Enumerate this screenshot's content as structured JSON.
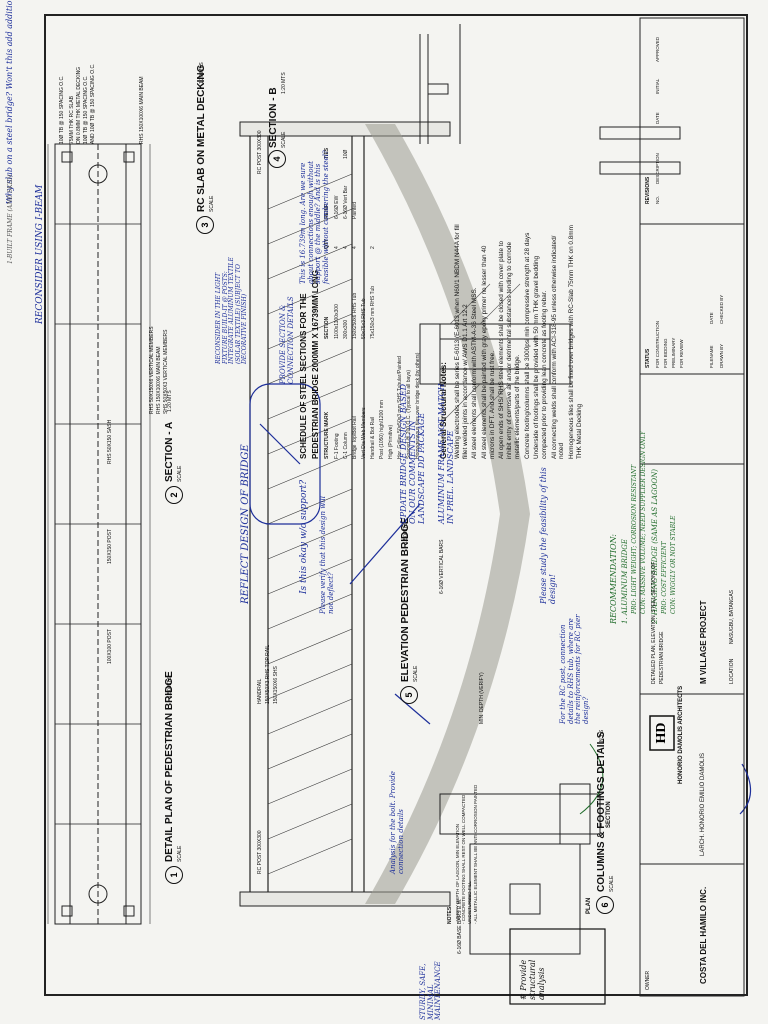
{
  "title_block": {
    "owner_label": "OWNER",
    "owner": "COSTA DEL HAMILO INC.",
    "architect_name": "LARCH. HONORIO EMILIO DAMOLIS",
    "architect_firm": "HONORIO DAMOLIS ARCHITECTS",
    "project_title": "M VILLAGE PROJECT",
    "sheet_desc_1": "DETAILED PLAN, ELEVATION, STEEL SECTIONS OF",
    "sheet_desc_2": "PEDESTRIAN BRIDGE",
    "location_label": "LOCATION",
    "location": "NASUGBU, BATANGAS",
    "status_label": "STATUS",
    "status_rows": [
      "FOR CONSTRUCTION",
      "FOR BIDDING",
      "PRELIMINARY",
      "FOR REVIEW"
    ],
    "revisions_label": "REVISIONS",
    "rev_cols": [
      "NO.",
      "DESCRIPTION",
      "DATE",
      "INITIAL",
      "APPROVED"
    ],
    "filename_label": "FILENAME",
    "date_label": "DATE",
    "drawn_label": "DRAWN BY",
    "checked_label": "CHECKED BY"
  },
  "views": {
    "detail_plan": {
      "num": "1",
      "title": "DETAIL PLAN OF PEDESTRIAN BRIDGE",
      "scale": "SCALE",
      "scale_val": "1:50 MTS"
    },
    "section_a": {
      "num": "2",
      "title": "SECTION - A",
      "scale": "SCALE",
      "scale_val": "1:20 MTS"
    },
    "rc_slab": {
      "num": "3",
      "title": "RC SLAB ON METAL DECKING",
      "scale": "SCALE",
      "scale_val": "1:20 MTS"
    },
    "section_b": {
      "num": "4",
      "title": "SECTION - B",
      "scale": "SCALE",
      "scale_val": "1:20 MTS"
    },
    "elevation": {
      "num": "5",
      "title": "ELEVATION PEDESTRIAN BRIDGE",
      "scale": "SCALE",
      "scale_val": "1:50 MTS"
    },
    "columns": {
      "num": "6",
      "title": "COLUMNS & FOOTINGS DETAILS",
      "scale": "SCALE",
      "scale_val": "N.T.S"
    }
  },
  "detail_labels": {
    "rc_slab_callouts": [
      "75MM THK RC SLAB",
      "ON 0.8MM THK METAL DECKING",
      "10Ø TB @ 150 SPACING O.C.",
      "AND 10Ø TB @ 150 SPACING O.C."
    ],
    "top_callout": "10Ø TB @ 150 SPACING O.C.",
    "main_beam": "RHS 150X100X6 MAIN BEAM",
    "section_labels": [
      "RHS 50X150X6 VERTICAL MEMBERS",
      "RHS 150X100X6 MAIN BEAM",
      "SHS 50X50X3 VERTICAL MEMBERS"
    ],
    "posts": [
      "100X100 POST",
      "150X150 POST",
      "RHS 50X150 SASH"
    ],
    "elev_labels": [
      "RC POST 300X300",
      "RC POST 300X300",
      "HANDRAIL",
      "150X50X3 RHS TOP RAIL",
      "150X150X6 SHS",
      "6-16Ø VERTICAL BARS",
      "MIN. DEPTH (VERIFY)"
    ],
    "plan_label": "PLAN",
    "section_label": "SECTION",
    "base_bars": "6-16Ø BASE BARS E.W.",
    "notes_label": "NOTES",
    "notes_lines": [
      "- VERIFY DEPTH OF LAGOON, MIN ELEVATION",
      "- CONCRETE FOOTING SHALL REST ON WELL COMPACTED",
      "  UNDISTURBED FILL",
      "- ALL METALLIC ELEMENT SHALL BE ANTI-CORROSION PAINTED"
    ]
  },
  "schedule": {
    "title_1": "SCHEDULE OF STEEL SECTIONS FOR THE",
    "title_2": "PEDESTRIAN BRIDGE 2000MM X 16739MM LONG",
    "headers": [
      "STRUCTURE MARK",
      "SECTION",
      "QTY",
      "REINF.",
      "TIES"
    ],
    "rows": [
      [
        "F-1 Footing",
        "1100x1100x300",
        "4",
        "6-16Ø EW",
        ""
      ],
      [
        "C-1 Column",
        "300x300",
        "4",
        "6-16Ø Vert Bar",
        "10Ø"
      ],
      [
        "Bridge Top/Bot Rail",
        "150x250x6 RHS Tub",
        "4",
        "Painted",
        ""
      ],
      [
        "Vert Dia Web Members",
        "50x75x3 RHS Tub",
        "",
        "",
        ""
      ],
      [
        "Handrail & Bot Rail",
        "75x150x3 mm RHS Tub",
        "2",
        "",
        ""
      ],
      [
        "Post (1050) high/1200 mm",
        "",
        "",
        "",
        ""
      ],
      [
        "High (Primitive)",
        "",
        "",
        "",
        ""
      ],
      [
        "Hor. Grilles 50x50x3 mm SHS Tubular/Painted",
        "",
        "",
        "",
        ""
      ],
      [
        "Spaced @ 200 O.C. (Typical to all bays)",
        "",
        "",
        "",
        ""
      ],
      [
        "Homogeneous tiles over bridge deck (by others)",
        "",
        "",
        "",
        ""
      ]
    ]
  },
  "general_notes": {
    "title": "General Structural Notes:",
    "items": [
      "Welding electrodes shall be series E-6013 (E-6013 when N60/1 NBDM N44A for fill fillet welded joints in accordance w/ AWS D1.1 Art 12.2",
      "All steel elements shall conform with ASTM-A-36 Steel MSS.",
      "All steel elements shall be painted with gray epoxy primer no lesser than 40 microns in DFT. And shall be rust free.",
      "All open ends of SHS/ RHS steel elements shall be closed with cover plate to inhibit entry of corrosive air and/or detrimental substances tending to corrode metallic elements/parts of the bridge.",
      "Concrete footing/columns shall be 3000psi min compressive strength at 28 days",
      "Underside of footings shall be provided with 50 mm THK gravel bedding compacted prior to providing lean concrete as footing rebar.",
      "All connecting welds shall conform with ACI-318-95 unless otherwise indicated/ noted",
      "Homogeneous tiles shall be fixed over bridges with RC-Slab 75mm THK on 0.8mm THK Metal Decking"
    ]
  },
  "annotations": {
    "top_left": "Why slab on a steel bridge? Won't this add additional dead weight?",
    "reconsider_ibeam": "RECONSIDER USING I-BEAM",
    "reconsider_light": "RECONSIDER IN THE LIGHT FIXTURE BUILD-IT @ POSTS: INTEGRATE ALUMINUM TEXTILE (SOLAR TEXTILE) (SUBJECT TO DECORATIVE FINISH)",
    "provide_details": "PROVIDE SECTION & CONNECTION DETAILS",
    "length_note": "This is 16.739m long. Are we sure about connections enough without support @ the middle? And is this feasible without cambering the steel?",
    "reflect": "REFLECT DESIGN OF BRIDGE",
    "okay_support": "Is this okay w/o support?",
    "please_verify": "Please verify that this design will not deflect?",
    "update_design": "UPDATE BRIDGE DESIGN BASED ON OUR COMMENTS IN LANDSCAPE DD PACKAGE",
    "aluminum_frame": "ALUMINUM FRAME NOT MATCH IN PREL. LANDSCAPE",
    "study": "Please study the feasibility of this design!",
    "recommendation": "RECOMMENDATION:",
    "rec1": "1. ALUMINUM BRIDGE",
    "rec1_pro": "PRO: LIGHT WEIGHT; CORROSION RESISTANT",
    "rec1_con": "CON: MASSIVE VOLUME; NEED SUPPLIER DESIGN ONLY",
    "rec2": "2. HANGING BRIDGE (SAME AS LAGOON)",
    "rec2_pro": "PRO: COST EFFICIENT",
    "rec2_con": "CON: WIGGLY OR NOT STABLE",
    "rc_post": "For the RC post, connection details to RHS tub, where are the reinforcements for RC pier design?",
    "analysis": "Analysis for the bolt. Provide connection details",
    "provide_structural": "# Provide structural analysis",
    "sturdy": "STURDY, SAFE, MINIMAL MAINTENANCE",
    "kill_frame": "1-BUILT FRAME (AND SKID)"
  },
  "colors": {
    "ink": "#111111",
    "blue_pen": "#1d2f9a",
    "green_pen": "#1f6b2a",
    "paper": "#f4f4f1"
  }
}
